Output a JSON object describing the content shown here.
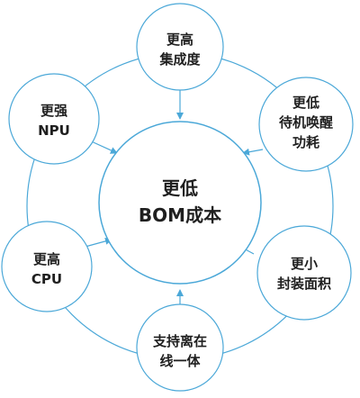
{
  "diagram": {
    "colors": {
      "stroke": "#4ba8d8",
      "arrow": "#4ba8d8",
      "node_fill": "#ffffff",
      "text": "#1f1f1f"
    },
    "center": {
      "line1": "更低",
      "line2": "BOM成本"
    },
    "nodes": {
      "top": {
        "line1": "更高",
        "line2": "集成度"
      },
      "top_right": {
        "line1": "更低",
        "line2": "待机唤醒",
        "line3": "功耗"
      },
      "bottom_right": {
        "line1": "更小",
        "line2": "封装面积"
      },
      "bottom": {
        "line1": "支持离在",
        "line2": "线一体"
      },
      "bottom_left": {
        "line1": "更高",
        "line2": "CPU"
      },
      "top_left": {
        "line1": "更强",
        "line2": "NPU"
      }
    }
  }
}
